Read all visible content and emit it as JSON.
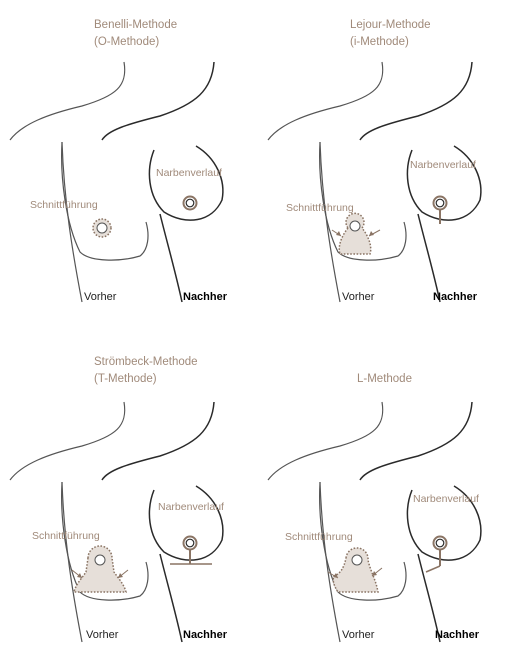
{
  "colors": {
    "accent": "#a08a7a",
    "accent_dark": "#8a7464",
    "line": "#555555",
    "line_dark": "#2a2a2a",
    "excision_fill": "#e6dfd9"
  },
  "panels": [
    {
      "id": "benelli",
      "title_lines": [
        "Benelli-Methode",
        "(O-Methode)"
      ],
      "incision_label": "Schnittführung",
      "scar_label": "Narbenverlauf",
      "before_label": "Vorher",
      "after_label": "Nachher"
    },
    {
      "id": "lejour",
      "title_lines": [
        "Lejour-Methode",
        "(i-Methode)"
      ],
      "incision_label": "Schnittführung",
      "scar_label": "Narbenverlauf",
      "before_label": "Vorher",
      "after_label": "Nachher"
    },
    {
      "id": "stroembeck",
      "title_lines": [
        "Strömbeck-Methode",
        "(T-Methode)"
      ],
      "incision_label": "Schnittführung",
      "scar_label": "Narbenverlauf",
      "before_label": "Vorher",
      "after_label": "Nachher"
    },
    {
      "id": "l-method",
      "title_lines": [
        "L-Methode"
      ],
      "incision_label": "Schnittführung",
      "scar_label": "Narbenverlauf",
      "before_label": "Vorher",
      "after_label": "Nachher"
    }
  ]
}
